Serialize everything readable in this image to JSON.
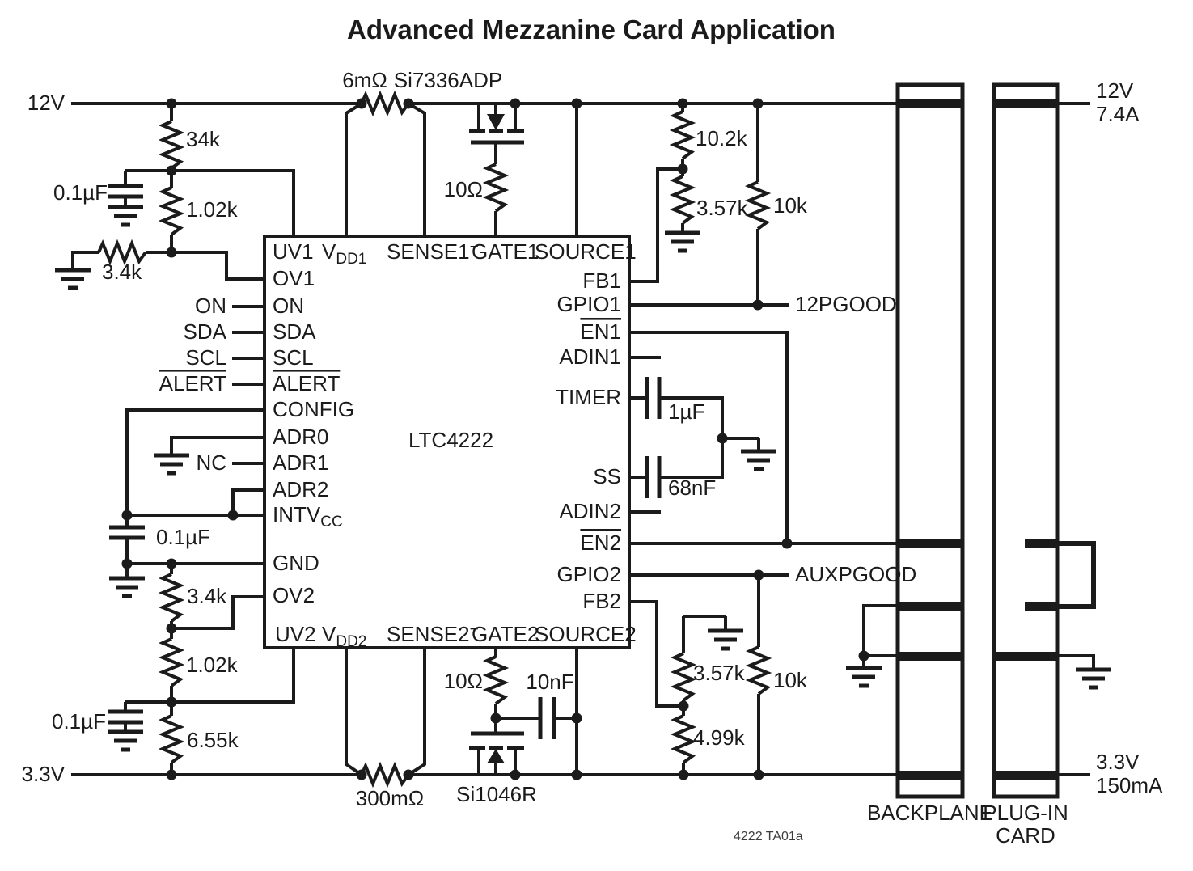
{
  "title": "Advanced Mezzanine Card Application",
  "fig_label": "4222 TA01a",
  "colors": {
    "ic_fill": "#e5c8c0",
    "line": "#1b1b1b"
  },
  "rails": {
    "v12_in": "12V",
    "v33_in": "3.3V"
  },
  "ic": {
    "name": "LTC4222",
    "pins": {
      "uv1": "UV1",
      "vdd1": {
        "base": "V",
        "sub": "DD1"
      },
      "sense1": {
        "base": "SENSE1",
        "sup": "−"
      },
      "gate1": "GATE1",
      "source1": "SOURCE1",
      "ov1": "OV1",
      "on": "ON",
      "sda": "SDA",
      "scl": "SCL",
      "alert": "ALERT",
      "config": "CONFIG",
      "adr0": "ADR0",
      "adr1": "ADR1",
      "adr2": "ADR2",
      "intvcc": {
        "base": "INTV",
        "sub": "CC"
      },
      "gnd": "GND",
      "ov2": "OV2",
      "fb1": "FB1",
      "gpio1": "GPIO1",
      "en1": "EN1",
      "adin1": "ADIN1",
      "timer": "TIMER",
      "ss": "SS",
      "adin2": "ADIN2",
      "en2": "EN2",
      "gpio2": "GPIO2",
      "fb2": "FB2",
      "uv2": "UV2",
      "vdd2": {
        "base": "V",
        "sub": "DD2"
      },
      "sense2": {
        "base": "SENSE2",
        "sup": "−"
      },
      "gate2": "GATE2",
      "source2": "SOURCE2"
    }
  },
  "signals": {
    "on": "ON",
    "sda": "SDA",
    "scl": "SCL",
    "alert": "ALERT",
    "nc": "NC",
    "pgood12": "12PGOOD",
    "auxpgood": "AUXPGOOD"
  },
  "components": {
    "r34k": "34k",
    "c100n_top": "0.1µF",
    "r1k02_top": "1.02k",
    "r3k4_top": "3.4k",
    "r6m": "6mΩ",
    "q1": "Si7336ADP",
    "r10_top": "10Ω",
    "r10k2": "10.2k",
    "r3k57_top": "3.57k",
    "r10k_top": "10k",
    "c1u": "1µF",
    "c68n": "68nF",
    "r3k57_bot": "3.57k",
    "r10k_bot": "10k",
    "r4k99": "4.99k",
    "r10_bot": "10Ω",
    "c10n": "10nF",
    "q2": "Si1046R",
    "r300m": "300mΩ",
    "c100n_mid": "0.1µF",
    "r3k4_bot": "3.4k",
    "r1k02_bot": "1.02k",
    "c100n_bot": "0.1µF",
    "r6k55": "6.55k"
  },
  "connector": {
    "backplane_label": "BACKPLANE",
    "plugin_label_line1": "PLUG-IN",
    "plugin_label_line2": "CARD",
    "out12v_line1": "12V",
    "out12v_line2": "7.4A",
    "out33v_line1": "3.3V",
    "out33v_line2": "150mA"
  }
}
